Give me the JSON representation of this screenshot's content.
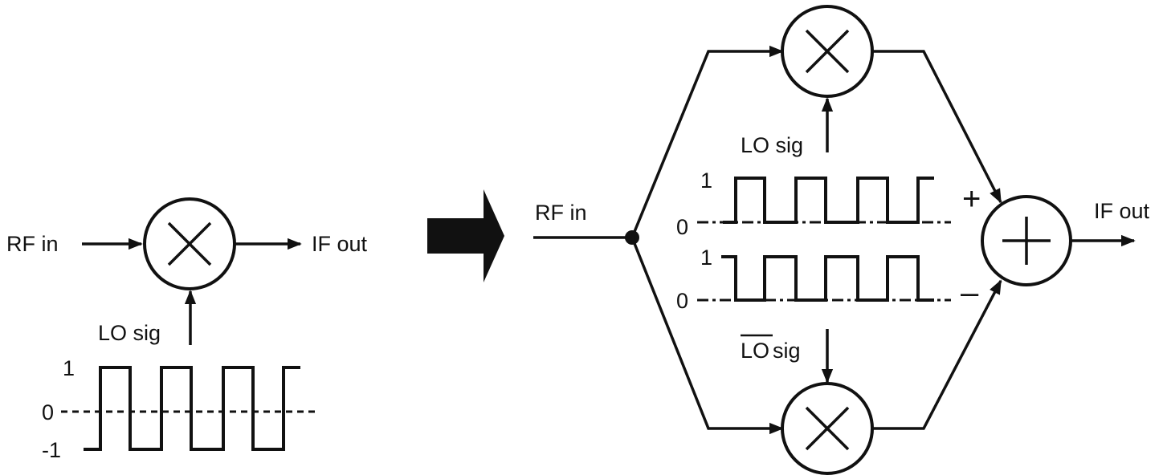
{
  "left": {
    "rf_in": "RF in",
    "if_out": "IF out",
    "lo_sig": "LO sig",
    "tick_1": "1",
    "tick_0": "0",
    "tick_neg1": "-1"
  },
  "right": {
    "rf_in": "RF in",
    "if_out": "IF out",
    "lo_sig": "LO sig",
    "lo_bar": "LO",
    "lo_bar_suffix": " sig",
    "tick_1_top": "1",
    "tick_0_top": "0",
    "tick_1_bottom": "1",
    "tick_0_bottom": "0",
    "plus": "+",
    "minus": "–"
  }
}
